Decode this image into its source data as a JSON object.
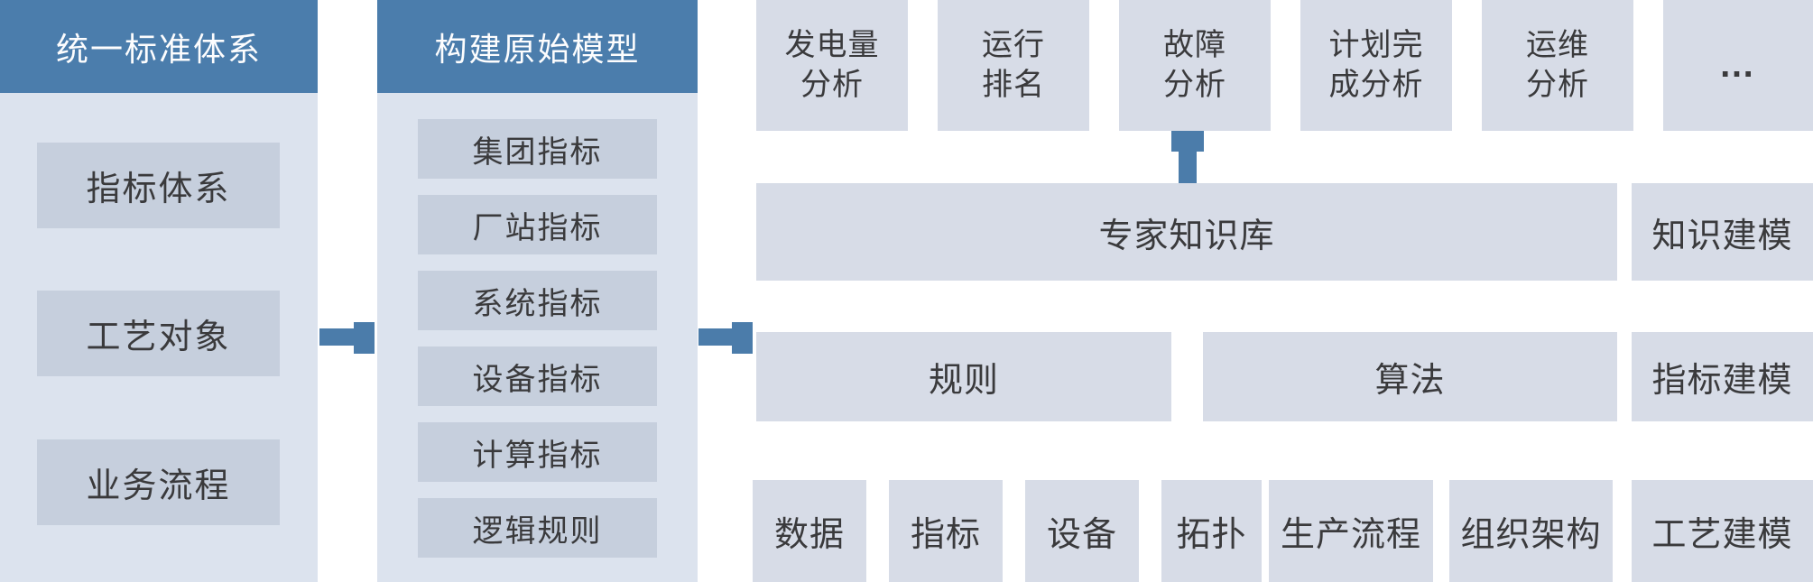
{
  "left_column": {
    "header": "统一标准体系",
    "items": [
      "指标体系",
      "工艺对象",
      "业务流程"
    ]
  },
  "model_column": {
    "header": "构建原始模型",
    "items": [
      "集团指标",
      "厂站指标",
      "系统指标",
      "设备指标",
      "计算指标",
      "逻辑规则"
    ]
  },
  "analysis_row": {
    "items": [
      "发电量\n分析",
      "运行\n排名",
      "故障\n分析",
      "计划完\n成分析",
      "运维\n分析",
      "…"
    ]
  },
  "knowledge_layer": {
    "expert_base": "专家知识库",
    "modeling": "知识建模"
  },
  "rule_layer": {
    "rule": "规则",
    "algorithm": "算法",
    "modeling": "指标建模"
  },
  "object_layer": {
    "items": [
      "数据",
      "指标",
      "设备",
      "拓扑",
      "生产流程",
      "组织架构"
    ],
    "modeling": "工艺建模"
  },
  "colors": {
    "header_blue": "#4b7dac",
    "arrow_blue": "#4b7caa",
    "panel_background": "#dce3ee",
    "panel_box": "#c6cfdd",
    "right_box": "#d7dce7",
    "text_dark": "#3a3a3c",
    "header_text": "#ffffff",
    "page_background": "#ffffff"
  }
}
